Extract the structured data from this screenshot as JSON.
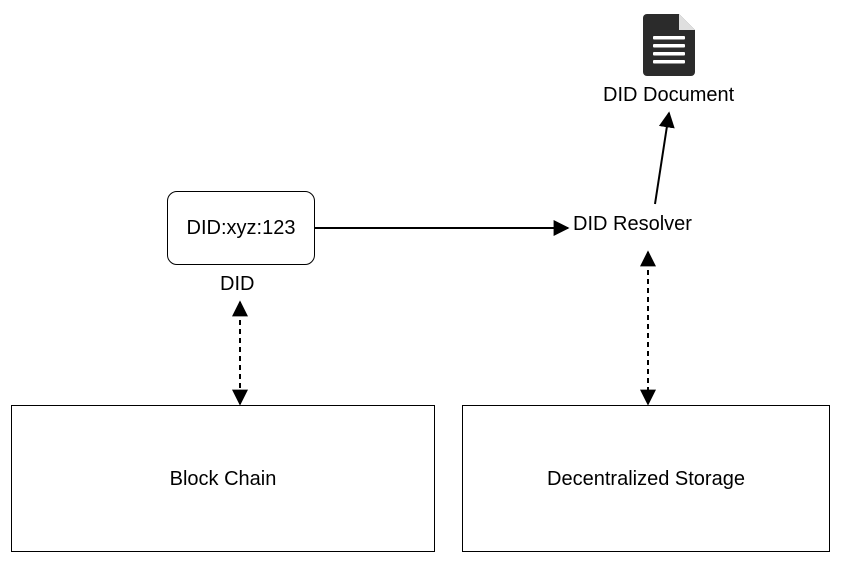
{
  "nodes": {
    "did_value": "DID:xyz:123",
    "did_caption": "DID",
    "resolver": "DID Resolver",
    "document": "DID Document",
    "blockchain": "Block Chain",
    "storage": "Decentralized Storage"
  },
  "icons": {
    "document": "document-icon"
  },
  "colors": {
    "stroke": "#000000",
    "icon_fill": "#2b2b2b",
    "background": "#ffffff"
  }
}
